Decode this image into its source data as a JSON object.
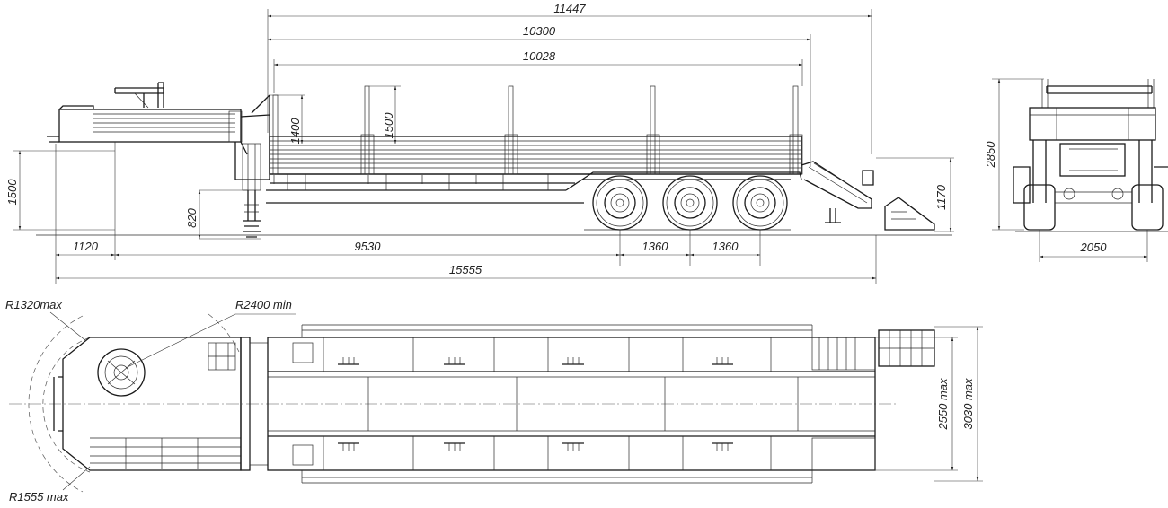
{
  "side_view": {
    "dims": {
      "overall_top": "11447",
      "deck_length": "10300",
      "stake_span": "10028",
      "stake_height": "1400",
      "stake_height_2": "1500",
      "coupling_height": "1500",
      "ramp_height": "1170",
      "support_leg": "820",
      "front_overhang": "1120",
      "axle_base": "9530",
      "axle_spacing_1": "1360",
      "axle_spacing_2": "1360",
      "overall_length": "15555"
    }
  },
  "rear_view": {
    "dims": {
      "height": "2850",
      "track": "2050"
    }
  },
  "top_view": {
    "dims": {
      "r_front_max": "R1320max",
      "r_min": "R2400 min",
      "r_rear_max": "R1555 max",
      "width": "2550 max",
      "width_ramps": "3030 max"
    }
  }
}
